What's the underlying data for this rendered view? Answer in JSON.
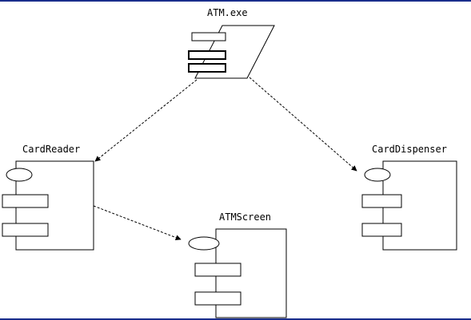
{
  "diagram": {
    "nodes": {
      "atm_exe": {
        "label": "ATM.exe"
      },
      "card_reader": {
        "label": "CardReader"
      },
      "card_dispenser": {
        "label": "CardDispenser"
      },
      "atm_screen": {
        "label": "ATMScreen"
      }
    },
    "edges": [
      {
        "from": "atm_exe",
        "to": "card_reader"
      },
      {
        "from": "atm_exe",
        "to": "card_dispenser"
      },
      {
        "from": "card_reader",
        "to": "atm_screen"
      }
    ],
    "colors": {
      "line": "#000000",
      "rule": "#1a2e8c",
      "background": "#ffffff"
    }
  }
}
